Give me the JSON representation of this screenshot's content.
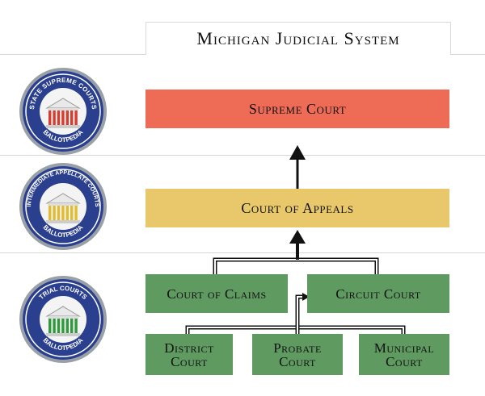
{
  "title": "Michigan Judicial System",
  "seals": [
    {
      "top_text": "STATE SUPREME COURTS",
      "bottom_text": "BALLOTPEDIA",
      "columns_color": "#d83c2e"
    },
    {
      "top_text": "INTERMEDIATE APPELLATE COURTS",
      "bottom_text": "BALLOTPEDIA",
      "columns_color": "#e2bb2e"
    },
    {
      "top_text": "TRIAL COURTS",
      "bottom_text": "BALLOTPEDIA",
      "columns_color": "#2f9a3c"
    }
  ],
  "courts": {
    "supreme": "Supreme Court",
    "appeals": "Court of Appeals",
    "claims": "Court of Claims",
    "circuit": "Circuit Court",
    "district": [
      "District",
      "Court"
    ],
    "probate": [
      "Probate",
      "Court"
    ],
    "municipal": [
      "Municipal",
      "Court"
    ]
  },
  "colors": {
    "supreme": "#ee6b55",
    "appeals": "#e8c86a",
    "trial": "#5f9a61",
    "seal_ring": "#2b3f8f"
  }
}
